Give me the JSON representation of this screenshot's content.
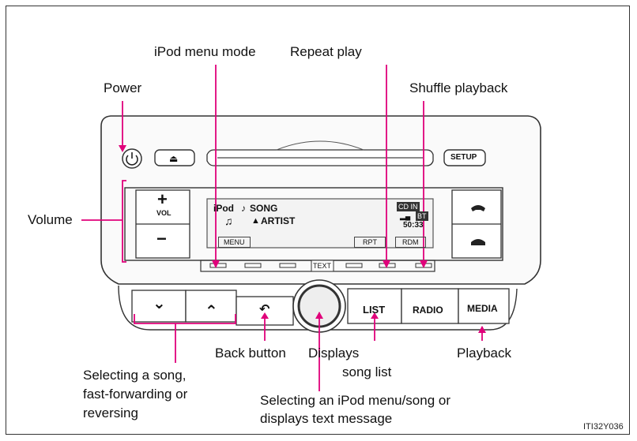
{
  "labels": {
    "ipod_menu_mode": "iPod menu mode",
    "repeat_play": "Repeat play",
    "power": "Power",
    "shuffle_playback": "Shuffle playback",
    "volume": "Volume",
    "back_button": "Back button",
    "displays": "Displays",
    "song_list": "song list",
    "playback": "Playback",
    "selecting_song_line1": "Selecting a song,",
    "selecting_song_line2": "fast-forwarding or",
    "selecting_song_line3": "reversing",
    "selecting_ipod_line1": "Selecting an iPod menu/song or",
    "selecting_ipod_line2": "displays text message",
    "figure_id": "ITI32Y036"
  },
  "device": {
    "eject_symbol": "⏏",
    "setup_label": "SETUP",
    "vol_plus": "+",
    "vol_text": "VOL",
    "vol_minus": "−",
    "text_label": "TEXT",
    "back_symbol": "↶",
    "list_label": "LIST",
    "radio_label": "RADIO",
    "media_label": "MEDIA",
    "down_symbol": "⌄",
    "up_symbol": "⌃"
  },
  "display": {
    "source": "iPod",
    "song": "SONG",
    "artist": "ARTIST",
    "cd_in": "CD IN",
    "bt": "BT",
    "time": "50:33",
    "menu_tab": "MENU",
    "rpt_tab": "RPT",
    "rdm_tab": "RDM"
  },
  "colors": {
    "callout": "#e0007a",
    "outline": "#333333"
  }
}
